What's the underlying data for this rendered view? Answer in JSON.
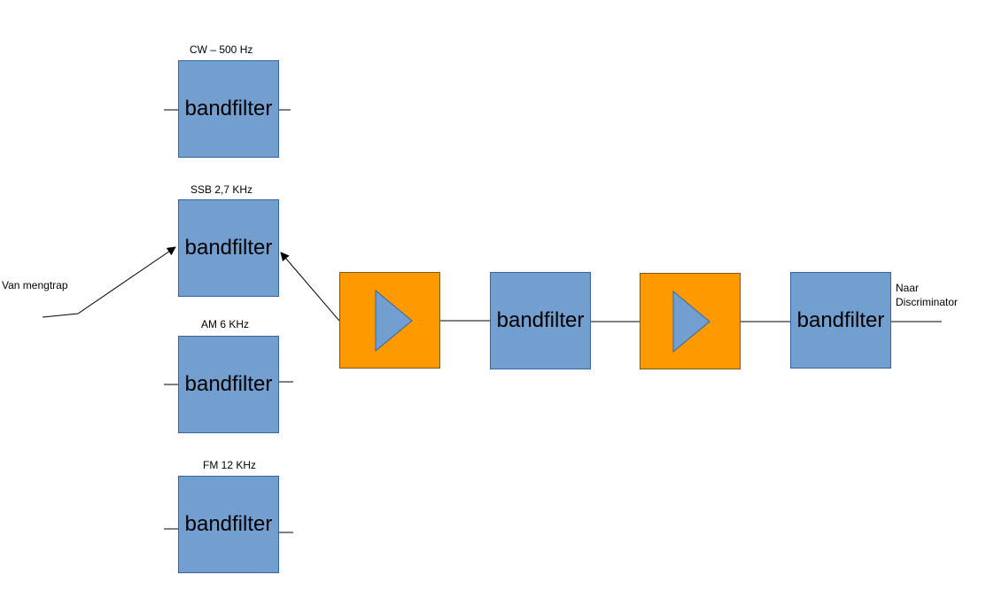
{
  "filter_bank": {
    "cw": {
      "title": "CW – 500 Hz",
      "block": "bandfilter"
    },
    "ssb": {
      "title": "SSB 2,7 KHz",
      "block": "bandfilter"
    },
    "am": {
      "title": "AM 6 KHz",
      "block": "bandfilter"
    },
    "fm": {
      "title": "FM 12 KHz",
      "block": "bandfilter"
    }
  },
  "input_label": "Van mengtrap",
  "chain": {
    "filter_1": "bandfilter",
    "filter_2": "bandfilter"
  },
  "output_label": {
    "line1": "Naar",
    "line2": "Discriminator"
  },
  "colors": {
    "filter_fill": "#729fcf",
    "filter_border": "#3465a4",
    "amplifier_fill": "#ff9900",
    "amplifier_symbol": "#729fcf"
  }
}
